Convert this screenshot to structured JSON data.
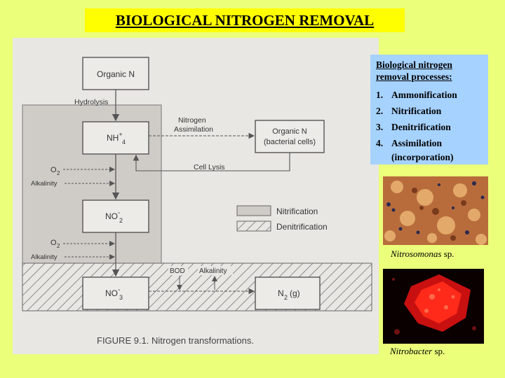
{
  "title": "BIOLOGICAL NITROGEN REMOVAL",
  "figure": {
    "caption": "FIGURE 9.1.  Nitrogen transformations.",
    "boxes": {
      "organic_n": "Organic N",
      "nh4": "NH",
      "nh4_sup": "+",
      "nh4_sub": "4",
      "no2": "NO",
      "no2_sup": "-",
      "no2_sub": "2",
      "no3": "NO",
      "no3_sup": "-",
      "no3_sub": "3",
      "n2": "N",
      "n2_sub": "2",
      "n2_suffix": "(g)",
      "organic_n_bact_line1": "Organic N",
      "organic_n_bact_line2": "(bacterial cells)"
    },
    "labels": {
      "hydrolysis": "Hydrolysis",
      "nitrogen": "Nitrogen",
      "assimilation": "Assimilation",
      "cell_lysis": "Cell Lysis",
      "o2": "O",
      "o2_sub": "2",
      "alkalinity": "Alkalinity",
      "bod": "BOD",
      "alkalinity_out": "Alkalinity"
    },
    "legend": {
      "nitrification": "Nitrification",
      "denitrification": "Denitrification"
    }
  },
  "info": {
    "heading_line1": "Biological nitrogen",
    "heading_line2": "removal processes:",
    "items": [
      {
        "num": "1.",
        "text": "Ammonification"
      },
      {
        "num": "2.",
        "text": "Nitrification"
      },
      {
        "num": "3.",
        "text": "Denitrification"
      },
      {
        "num": "4.",
        "text": "Assimilation",
        "text2": "(incorporation)"
      }
    ]
  },
  "captions": {
    "nitrosomonas_italic": "Nitrosomonas",
    "nitrosomonas_suffix": " sp.",
    "nitrobacter_italic": "Nitrobacter",
    "nitrobacter_suffix": " sp."
  }
}
